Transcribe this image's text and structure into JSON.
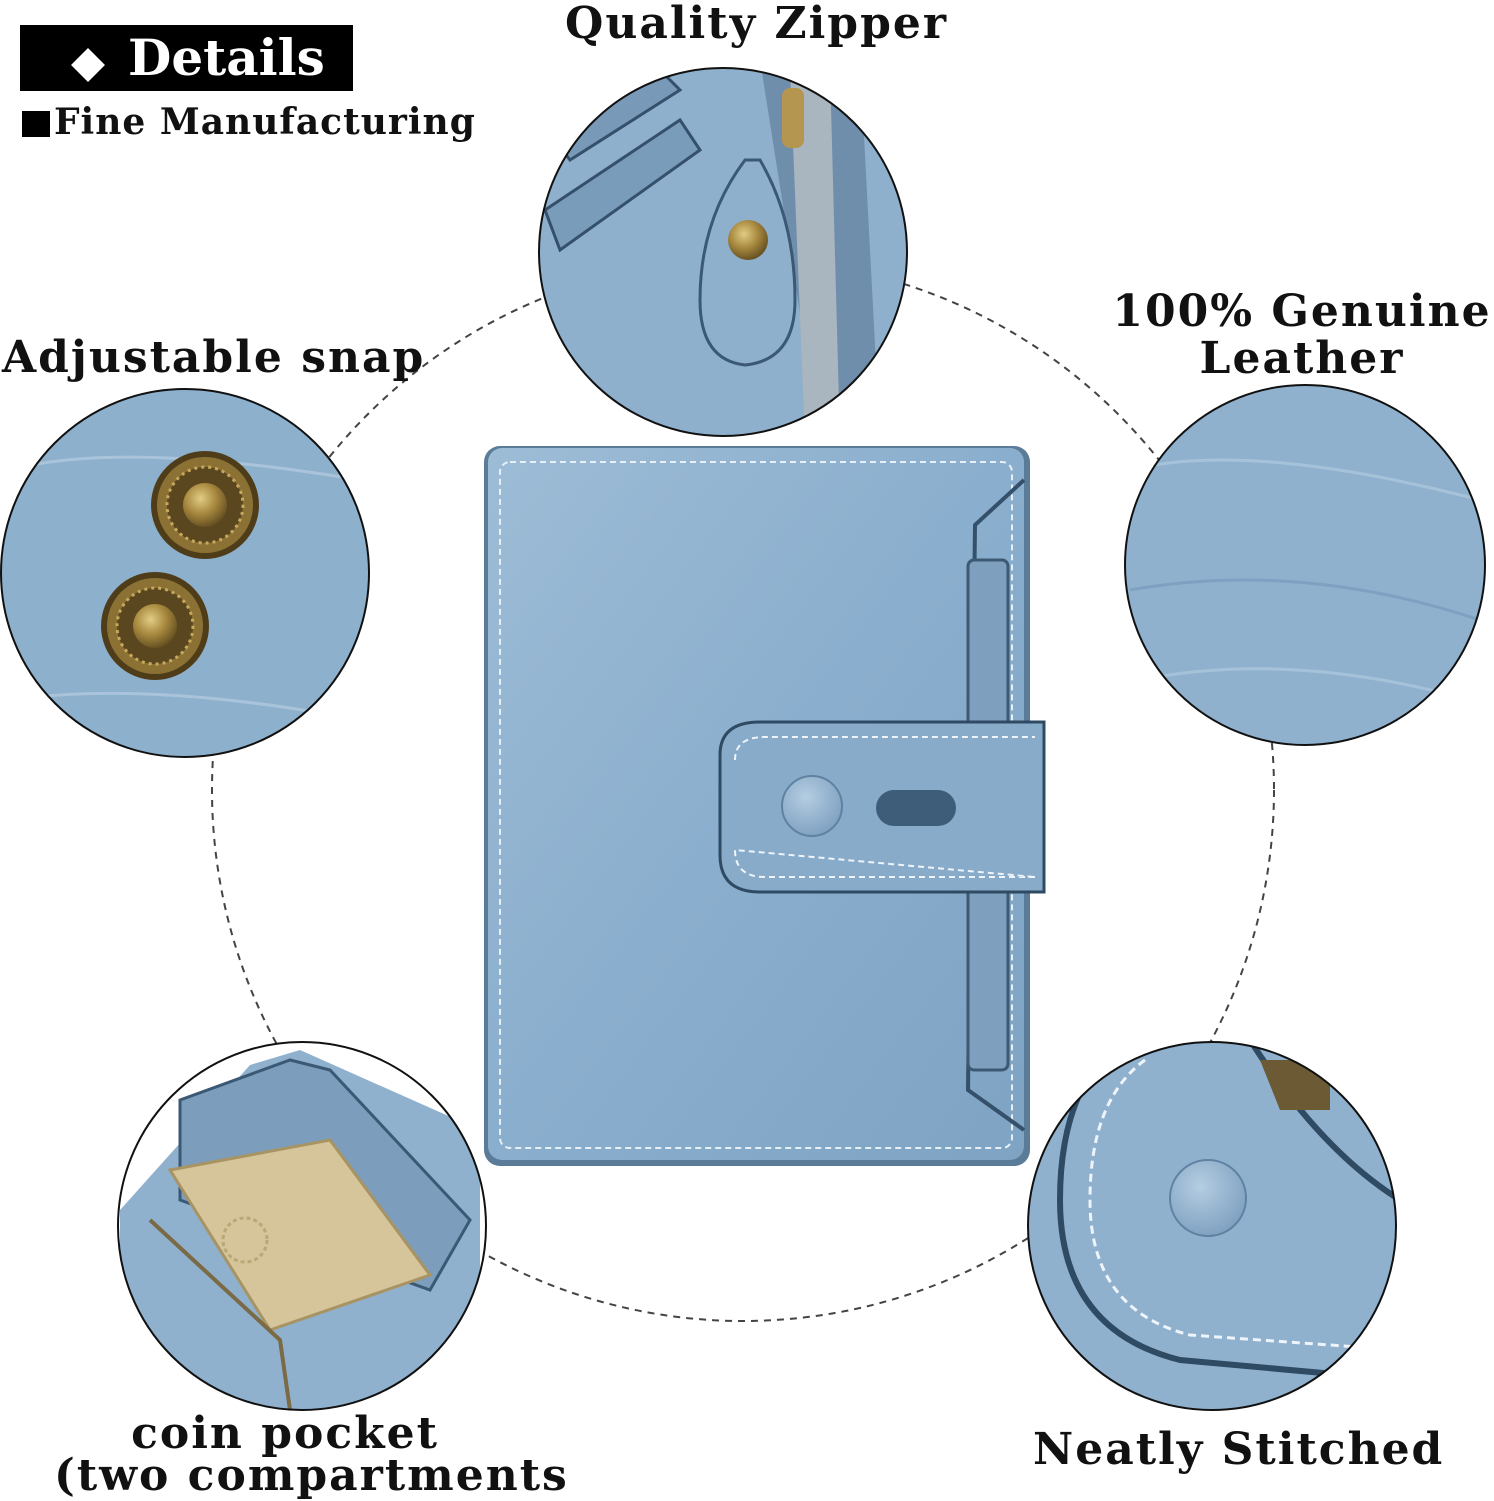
{
  "header": {
    "badge_label": "Details",
    "subtitle": "Fine Manufacturing"
  },
  "features": {
    "zipper": "Quality Zipper",
    "snap": "Adjustable snap",
    "leather_line1": "100% Genuine",
    "leather_line2": "Leather",
    "coin_line1": "coin pocket",
    "coin_line2": "(two compartments",
    "stitch": "Neatly Stitched"
  },
  "colors": {
    "leather": "#8fb2cf",
    "leather_dark": "#6f94b5",
    "brass": "#a08440",
    "lining": "#d6c59a"
  },
  "icons": [
    "diamond-icon",
    "square-bullet-icon"
  ]
}
